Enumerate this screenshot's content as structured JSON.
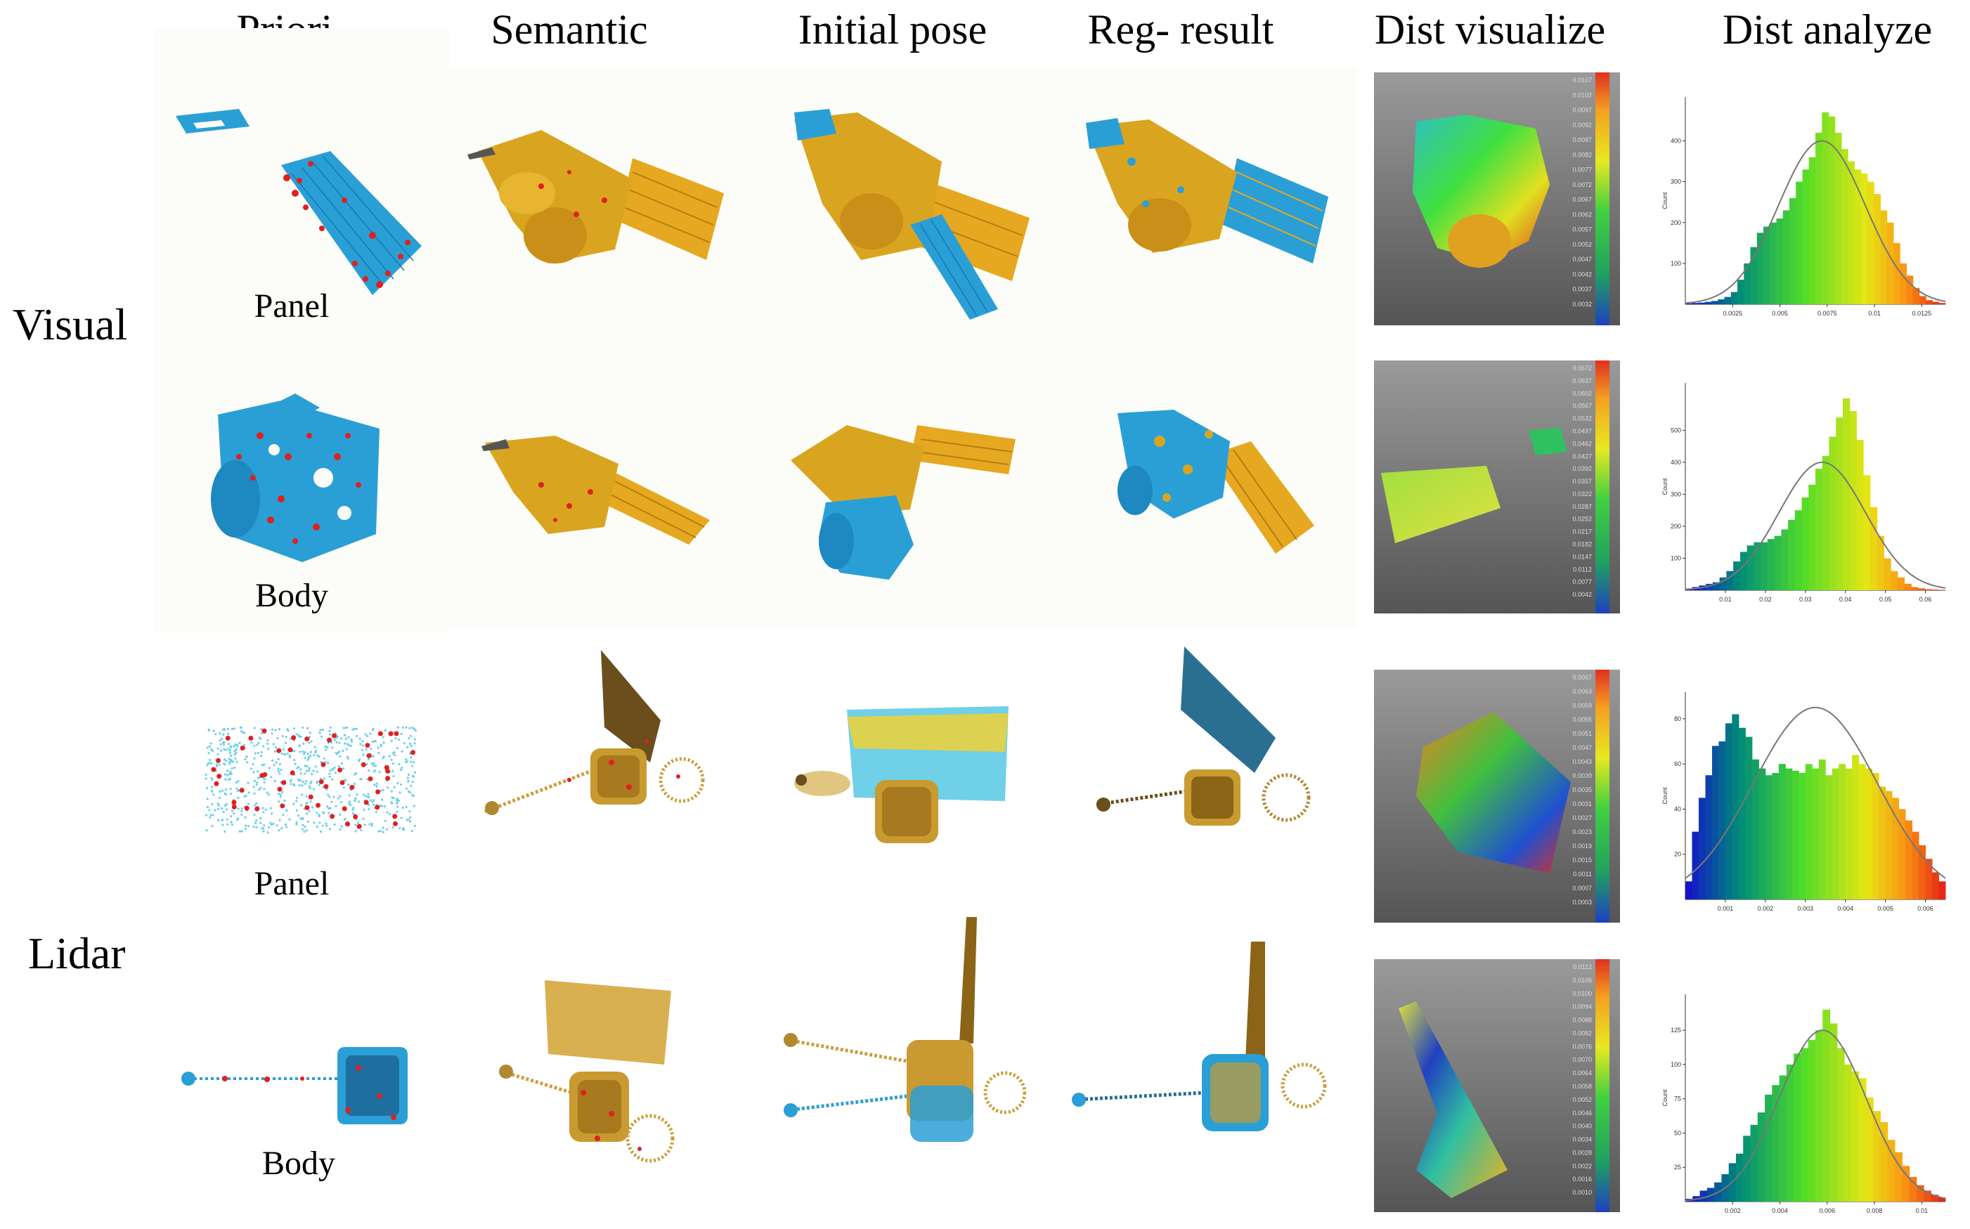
{
  "figure": {
    "column_headers": [
      "Priori",
      "Semantic",
      "Initial pose",
      "Reg- result",
      "Dist  visualize",
      "Dist  analyze"
    ],
    "row_groups": [
      "Visual",
      "Lidar"
    ],
    "part_labels": [
      "Panel",
      "Body",
      "Panel",
      "Body"
    ],
    "colors": {
      "priori_blue": "#2a9fd6",
      "keypoint_red": "#e02020",
      "semantic_gold": "#d9a520",
      "lidar_cyan": "#6fd0e8",
      "lidar_brown": "#6b4e1c"
    },
    "histograms": [
      {
        "ylabel": "Count",
        "y_ticks": [
          "100",
          "200",
          "300",
          "400"
        ],
        "x_ticks": [
          "0.0025",
          "0.005",
          "0.0075",
          "0.01",
          "0.0125"
        ],
        "values": [
          2,
          3,
          4,
          6,
          8,
          12,
          18,
          30,
          60,
          100,
          140,
          175,
          190,
          200,
          210,
          230,
          260,
          300,
          330,
          360,
          420,
          470,
          460,
          420,
          380,
          350,
          330,
          320,
          300,
          270,
          230,
          200,
          150,
          100,
          70,
          40,
          20,
          10,
          6,
          3
        ],
        "fit_peak": 400
      },
      {
        "ylabel": "Count",
        "y_ticks": [
          "100",
          "200",
          "300",
          "400",
          "500"
        ],
        "x_ticks": [
          "0.01",
          "0.02",
          "0.03",
          "0.04",
          "0.05",
          "0.06"
        ],
        "values": [
          5,
          10,
          15,
          20,
          25,
          40,
          60,
          90,
          120,
          140,
          150,
          150,
          160,
          170,
          190,
          220,
          250,
          290,
          330,
          380,
          420,
          480,
          540,
          600,
          560,
          470,
          360,
          260,
          170,
          100,
          60,
          40,
          20,
          10,
          6,
          3,
          2,
          1
        ],
        "fit_peak": 400
      },
      {
        "ylabel": "Count",
        "y_ticks": [
          "20",
          "40",
          "60",
          "80"
        ],
        "x_ticks": [
          "0.001",
          "0.002",
          "0.003",
          "0.004",
          "0.005",
          "0.006"
        ],
        "values": [
          8,
          30,
          45,
          55,
          68,
          70,
          78,
          82,
          76,
          72,
          62,
          58,
          55,
          56,
          60,
          58,
          57,
          56,
          60,
          58,
          62,
          55,
          58,
          60,
          58,
          64,
          60,
          58,
          56,
          50,
          48,
          45,
          40,
          35,
          30,
          24,
          18,
          12,
          8
        ],
        "fit_peak": 85
      },
      {
        "ylabel": "Count",
        "y_ticks": [
          "25",
          "50",
          "75",
          "100",
          "125"
        ],
        "x_ticks": [
          "0.002",
          "0.004",
          "0.006",
          "0.008",
          "0.01"
        ],
        "values": [
          2,
          4,
          8,
          10,
          14,
          20,
          28,
          35,
          48,
          56,
          65,
          78,
          85,
          92,
          100,
          108,
          112,
          118,
          125,
          140,
          130,
          112,
          100,
          95,
          90,
          76,
          66,
          58,
          45,
          36,
          26,
          18,
          12,
          8,
          5,
          3
        ],
        "fit_peak": 125
      }
    ],
    "colorbar_labels": [
      [
        "0.0107",
        "0.0102",
        "0.0097",
        "0.0092",
        "0.0087",
        "0.0082",
        "0.0077",
        "0.0072",
        "0.0067",
        "0.0062",
        "0.0057",
        "0.0052",
        "0.0047",
        "0.0042",
        "0.0037",
        "0.0032"
      ],
      [
        "0.0672",
        "0.0637",
        "0.0602",
        "0.0567",
        "0.0532",
        "0.0497",
        "0.0462",
        "0.0427",
        "0.0392",
        "0.0357",
        "0.0322",
        "0.0287",
        "0.0252",
        "0.0217",
        "0.0182",
        "0.0147",
        "0.0112",
        "0.0077",
        "0.0042"
      ],
      [
        "0.0067",
        "0.0063",
        "0.0059",
        "0.0055",
        "0.0051",
        "0.0047",
        "0.0043",
        "0.0039",
        "0.0035",
        "0.0031",
        "0.0027",
        "0.0023",
        "0.0019",
        "0.0015",
        "0.0011",
        "0.0007",
        "0.0003"
      ],
      [
        "0.0112",
        "0.0106",
        "0.0100",
        "0.0094",
        "0.0088",
        "0.0082",
        "0.0076",
        "0.0070",
        "0.0064",
        "0.0058",
        "0.0052",
        "0.0046",
        "0.0040",
        "0.0034",
        "0.0028",
        "0.0022",
        "0.0016",
        "0.0010"
      ]
    ]
  }
}
